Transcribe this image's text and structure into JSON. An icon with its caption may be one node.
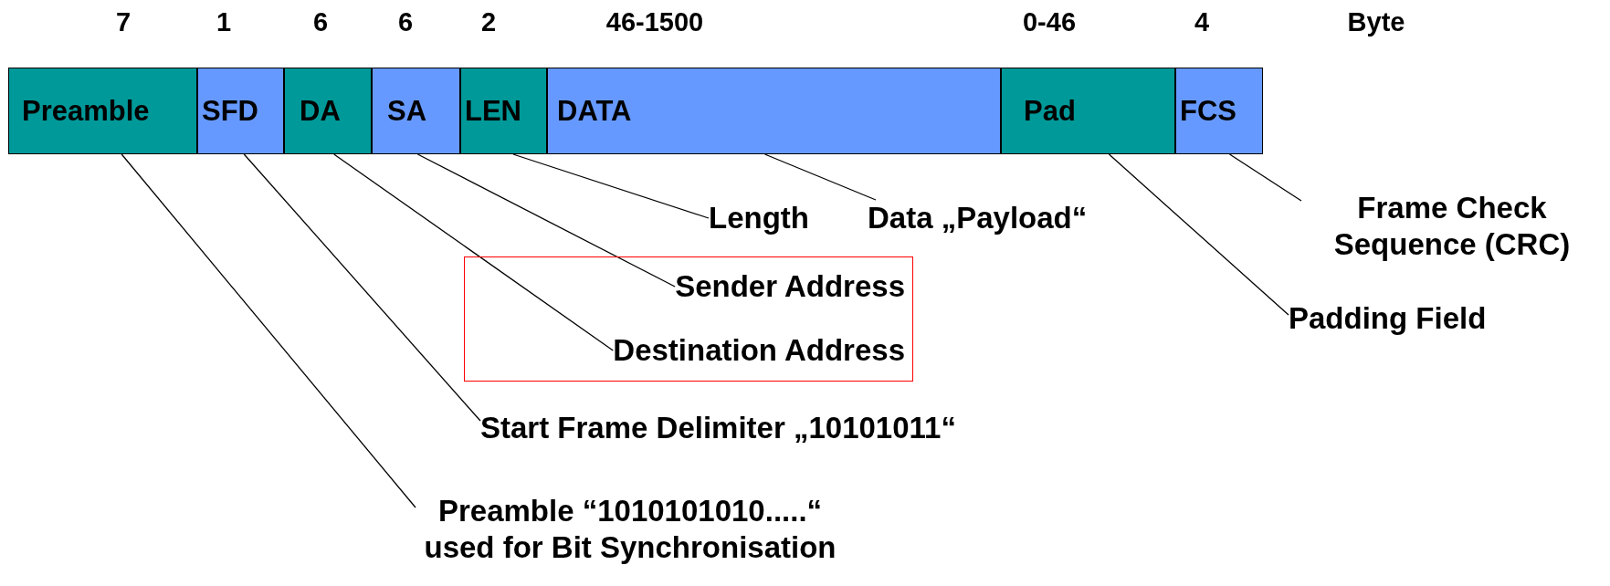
{
  "diagram": {
    "nodes": [
      {
        "text": [
          "Preamble"
        ],
        "beside": [
          "7"
        ]
      },
      {
        "text": [
          "SFD"
        ],
        "beside": [
          "1"
        ]
      },
      {
        "text": [
          "DA"
        ],
        "beside": [
          "6"
        ]
      },
      {
        "text": [
          "SA"
        ],
        "beside": [
          "6"
        ]
      },
      {
        "text": [
          "LEN"
        ],
        "beside": [
          "2"
        ]
      },
      {
        "text": [
          "DATA"
        ],
        "beside": [
          "46-1500"
        ]
      },
      {
        "text": [
          "Pad"
        ],
        "beside": [
          "0-46"
        ]
      },
      {
        "text": [
          "FCS"
        ],
        "beside": [
          "4"
        ]
      },
      {
        "text": [
          "Length"
        ]
      },
      {
        "text": [
          "Data „Payload“"
        ]
      },
      {
        "text": [
          "Frame Check Sequence (CRC)"
        ]
      },
      {
        "text": [],
        "shape": "box"
      },
      {
        "text": [
          "Sender Address"
        ],
        "in": 11
      },
      {
        "text": [
          "Destination Address"
        ],
        "in": 11
      },
      {
        "text": [
          "Padding Field"
        ]
      },
      {
        "text": [
          "Start Frame Delimiter „10101011“"
        ]
      },
      {
        "text": [
          "Preamble “1010101010.....“ used for Bit Synchronisation"
        ]
      }
    ],
    "edges": [
      {
        "from": 16,
        "to": 0,
        "arrow": "none"
      },
      {
        "from": 15,
        "to": 1,
        "arrow": "none"
      },
      {
        "from": 13,
        "to": 2,
        "arrow": "none"
      },
      {
        "from": 12,
        "to": 3,
        "arrow": "none"
      },
      {
        "from": 8,
        "to": 4,
        "arrow": "none"
      },
      {
        "from": 9,
        "to": 5,
        "arrow": "none"
      },
      {
        "from": 14,
        "to": 6,
        "arrow": "none"
      },
      {
        "from": 10,
        "to": 7,
        "arrow": "none"
      }
    ],
    "labels": [
      "Byte"
    ]
  }
}
